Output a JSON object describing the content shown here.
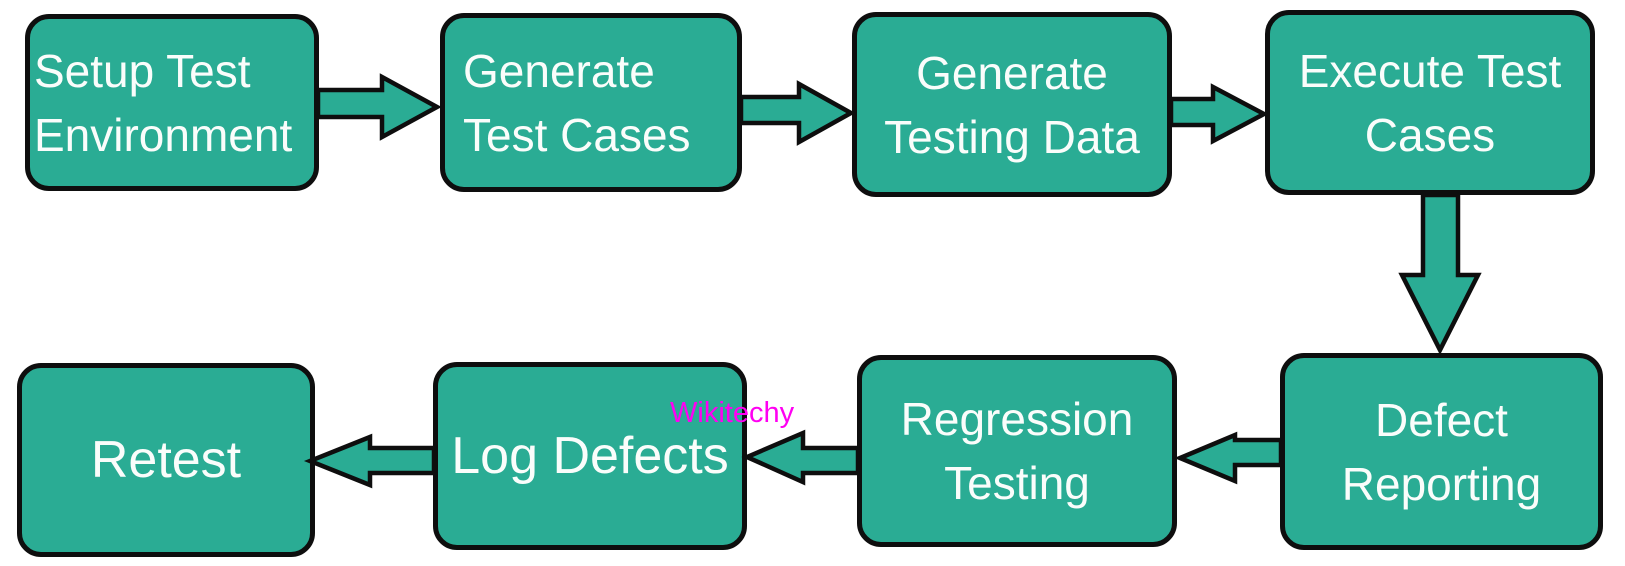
{
  "colors": {
    "canvas_bg": "#ffffff",
    "node_fill": "#2aac94",
    "node_border": "#0e0e0e",
    "node_text": "#fafdfb",
    "watermark": "#ff00f2"
  },
  "watermark": {
    "text": "Wikitechy"
  },
  "flowchart": {
    "type": "flowchart",
    "description": "Software testing process flow",
    "nodes": [
      {
        "id": "setup-test-environment",
        "label": "Setup Test Environment",
        "lines": [
          "Setup Test",
          "Environment"
        ]
      },
      {
        "id": "generate-test-cases",
        "label": "Generate Test Cases",
        "lines": [
          "Generate",
          "Test Cases"
        ]
      },
      {
        "id": "generate-testing-data",
        "label": "Generate Testing Data",
        "lines": [
          "Generate",
          "Testing Data"
        ]
      },
      {
        "id": "execute-test-cases",
        "label": "Execute Test Cases",
        "lines": [
          "Execute Test",
          "Cases"
        ]
      },
      {
        "id": "defect-reporting",
        "label": "Defect Reporting",
        "lines": [
          "Defect",
          "Reporting"
        ]
      },
      {
        "id": "regression-testing",
        "label": "Regression Testing",
        "lines": [
          "Regression",
          "Testing"
        ]
      },
      {
        "id": "log-defects",
        "label": "Log Defects",
        "lines": [
          "Log Defects"
        ]
      },
      {
        "id": "retest",
        "label": "Retest",
        "lines": [
          "Retest"
        ]
      }
    ],
    "edges": [
      {
        "from": "Setup Test Environment",
        "to": "Generate Test Cases",
        "direction": "right"
      },
      {
        "from": "Generate Test Cases",
        "to": "Generate Testing Data",
        "direction": "right"
      },
      {
        "from": "Generate Testing Data",
        "to": "Execute Test Cases",
        "direction": "right"
      },
      {
        "from": "Execute Test Cases",
        "to": "Defect Reporting",
        "direction": "down"
      },
      {
        "from": "Defect Reporting",
        "to": "Regression Testing",
        "direction": "left"
      },
      {
        "from": "Regression Testing",
        "to": "Log Defects",
        "direction": "left"
      },
      {
        "from": "Log Defects",
        "to": "Retest",
        "direction": "left"
      }
    ]
  }
}
